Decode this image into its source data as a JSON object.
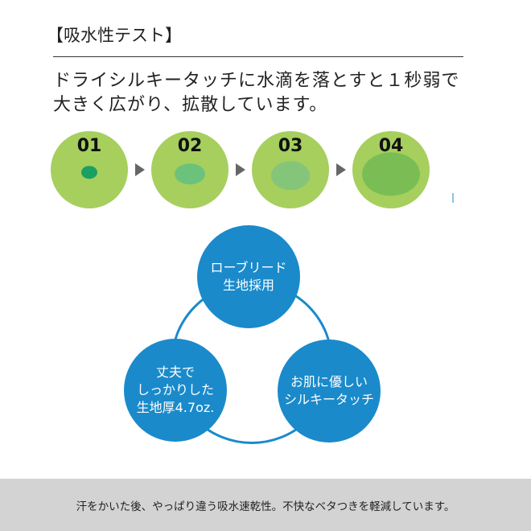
{
  "title": "【吸水性テスト】",
  "lead": [
    "ドライシルキータッチに水滴を落とすと１秒弱で",
    "大きく広がり、拡散しています。"
  ],
  "steps": [
    "01",
    "02",
    "03",
    "04"
  ],
  "features": {
    "top": [
      "ローブリード",
      "生地採用"
    ],
    "left": [
      "丈夫で",
      "しっかりした",
      "生地厚4.7oz."
    ],
    "right": [
      "お肌に優しい",
      "シルキータッチ"
    ]
  },
  "footer": "汗をかいた後、やっぱり違う吸水速乾性。不快なベタつきを軽減しています。",
  "colors": {
    "blue": "#1a8acb",
    "green": "#a6cf5e",
    "band": "#d3d3d3"
  }
}
